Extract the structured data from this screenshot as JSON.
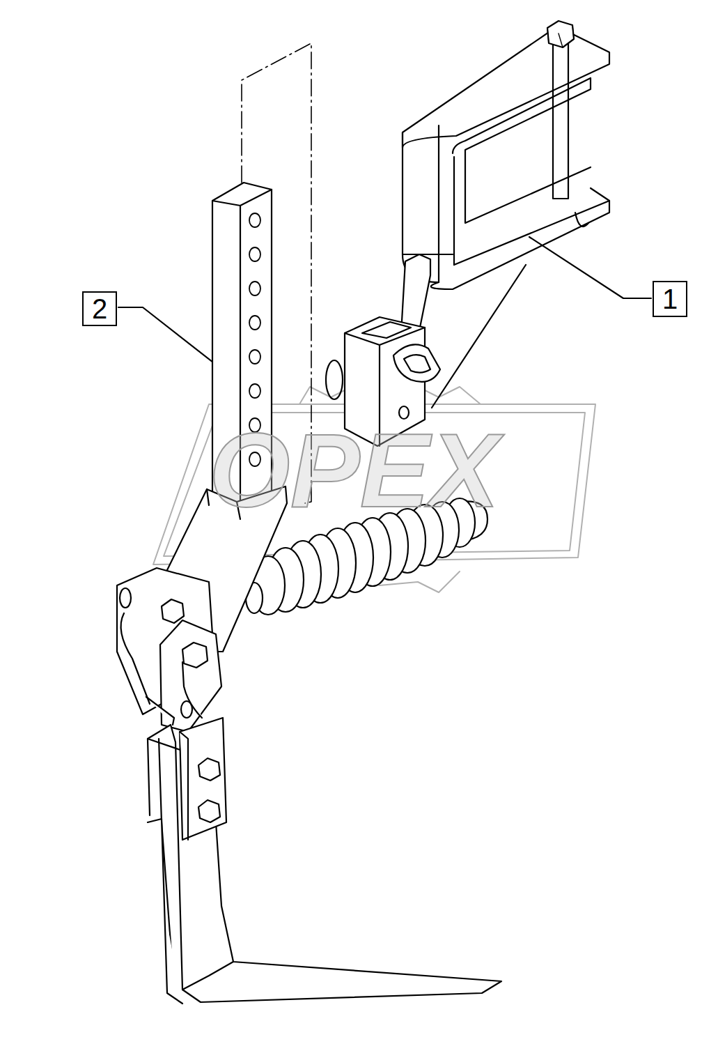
{
  "diagram": {
    "nodes": [
      {
        "text": [
          "1"
        ]
      },
      {
        "text": [
          "2"
        ]
      }
    ],
    "labels": [
      "OPEX"
    ]
  }
}
